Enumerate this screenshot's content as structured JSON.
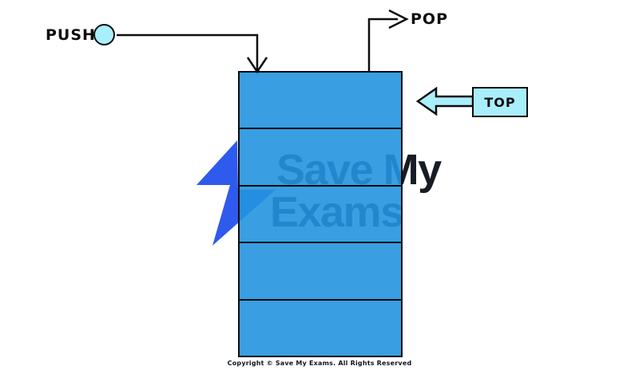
{
  "diagram": {
    "title_hint": "stack-data-structure-diagram",
    "push_label": "PUSH",
    "pop_label": "POP",
    "top_label": "TOP",
    "stack": {
      "cell_count": 5,
      "cells": [
        "",
        "",
        "",
        "",
        ""
      ]
    },
    "watermark": {
      "line1": "Save My",
      "line2": "Exams"
    },
    "copyright": "Copyright © Save My Exams. All Rights Reserved",
    "colors": {
      "stack_fill": "#3A9EE2",
      "accent_cyan": "#A9EFFB",
      "bolt_blue": "#2E5BEE",
      "outline": "#0D0D0D",
      "watermark_text": "#171B24",
      "background": "#FFFFFF"
    }
  }
}
